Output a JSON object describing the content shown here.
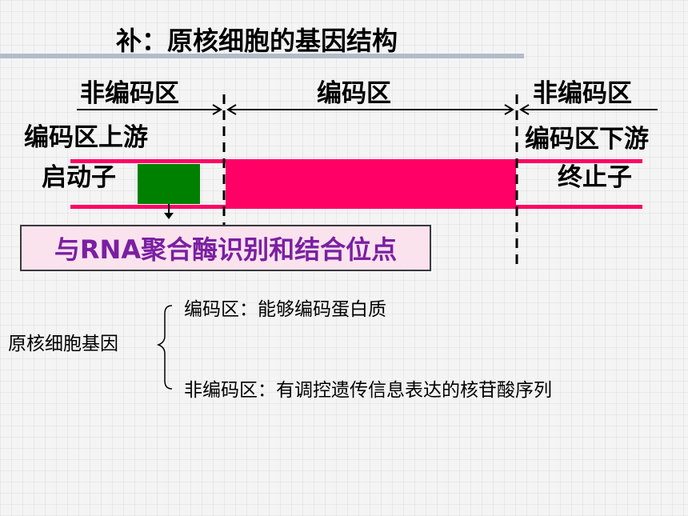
{
  "title": "补：原核细胞的基因结构",
  "gene_diagram": {
    "left_region_label": "非编码区",
    "middle_region_label": "编码区",
    "right_region_label": "非编码区",
    "upstream_label": "编码区上游",
    "downstream_label": "编码区下游",
    "promoter_label": "启动子",
    "terminator_label": "终止子",
    "callout_text": "与RNA聚合酶识别和结合位点"
  },
  "summary": {
    "root": "原核细胞基因",
    "items": [
      "编码区：能够编码蛋白质",
      "非编码区：有调控遗传信息表达的核苷酸序列"
    ]
  },
  "colors": {
    "strand": "#ff0066",
    "promoter": "#008000",
    "callout_text": "#7b1fa2",
    "rule": "#b3bcc8"
  }
}
